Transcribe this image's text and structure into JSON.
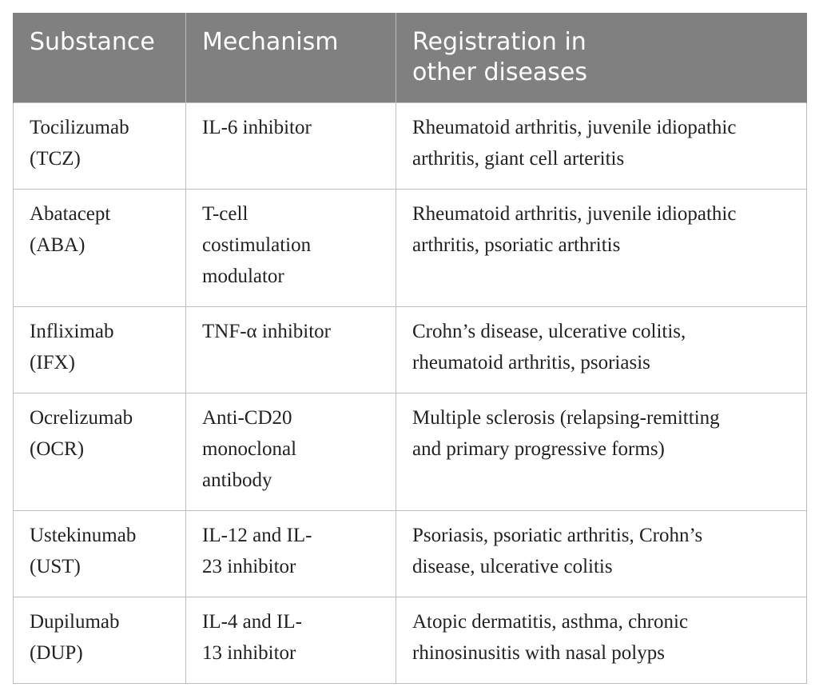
{
  "table": {
    "headers": [
      "Substance",
      "Mechanism",
      "Registration in other diseases"
    ],
    "rows": [
      {
        "substance": [
          "Tocilizumab",
          "(TCZ)"
        ],
        "mechanism": [
          "IL-6 inhibitor"
        ],
        "registration": [
          "Rheumatoid arthritis, juvenile idiopathic",
          "arthritis, giant cell arteritis"
        ],
        "size": "two-line"
      },
      {
        "substance": [
          "Abatacept",
          "(ABA)"
        ],
        "mechanism": [
          "T-cell",
          "costimulation",
          "modulator"
        ],
        "registration": [
          "Rheumatoid arthritis, juvenile idiopathic",
          "arthritis, psoriatic arthritis"
        ],
        "size": "three-line"
      },
      {
        "substance": [
          "Infliximab",
          "(IFX)"
        ],
        "mechanism": [
          "TNF-α inhibitor"
        ],
        "registration": [
          "Crohn’s disease, ulcerative colitis,",
          "rheumatoid arthritis, psoriasis"
        ],
        "size": "two-line"
      },
      {
        "substance": [
          "Ocrelizumab",
          "(OCR)"
        ],
        "mechanism": [
          "Anti-CD20",
          "monoclonal",
          "antibody"
        ],
        "registration": [
          "Multiple sclerosis (relapsing-remitting",
          "and primary progressive forms)"
        ],
        "size": "three-line"
      },
      {
        "substance": [
          "Ustekinumab",
          "(UST)"
        ],
        "mechanism": [
          "IL-12 and IL-",
          "23 inhibitor"
        ],
        "registration": [
          "Psoriasis, psoriatic arthritis, Crohn’s",
          "disease, ulcerative colitis"
        ],
        "size": "two-line"
      },
      {
        "substance": [
          "Dupilumab",
          "(DUP)"
        ],
        "mechanism": [
          "IL-4 and IL-",
          "13 inhibitor"
        ],
        "registration": [
          "Atopic dermatitis, asthma, chronic",
          "rhinosinusitis with nasal polyps"
        ],
        "size": "two-line"
      }
    ]
  }
}
